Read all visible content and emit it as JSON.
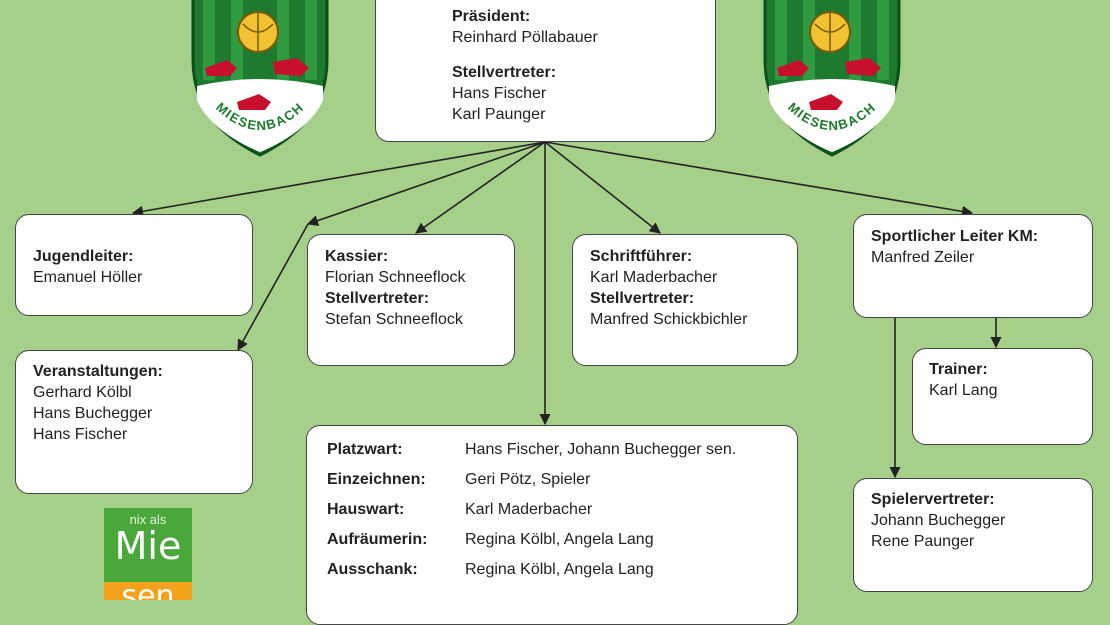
{
  "president_box": {
    "role_president": "Präsident:",
    "president": "Reinhard Pöllabauer",
    "role_deputy": "Stellvertreter:",
    "deputies": [
      "Hans Fischer",
      "Karl Paunger"
    ]
  },
  "crest": {
    "text": "MIESENBACH",
    "primary_color": "#1d7a2e",
    "accent_color": "#c8102e"
  },
  "youth_box": {
    "role": "Jugendleiter:",
    "name": "Emanuel Höller"
  },
  "events_box": {
    "role": "Veranstaltungen:",
    "names": [
      "Gerhard Kölbl",
      "Hans Buchegger",
      "Hans Fischer"
    ]
  },
  "treasurer_box": {
    "role": "Kassier:",
    "name": "Florian Schneeflock",
    "role_deputy": "Stellvertreter:",
    "deputy": "Stefan Schneeflock"
  },
  "secretary_box": {
    "role": "Schriftführer:",
    "name": "Karl Maderbacher",
    "role_deputy": "Stellvertreter:",
    "deputy": "Manfred Schickbichler"
  },
  "sports_box": {
    "role": "Sportlicher Leiter KM:",
    "name": "Manfred Zeiler"
  },
  "coach_box": {
    "role": "Trainer:",
    "name": "Karl Lang"
  },
  "player_rep_box": {
    "role": "Spielervertreter:",
    "names": [
      "Johann Buchegger",
      "Rene Paunger"
    ]
  },
  "duties": [
    {
      "role": "Platzwart:",
      "names": "Hans Fischer, Johann Buchegger sen."
    },
    {
      "role": "Einzeichnen:",
      "names": "Geri Pötz, Spieler"
    },
    {
      "role": "Hauswart:",
      "names": "Karl Maderbacher"
    },
    {
      "role": "Aufräumerin:",
      "names": "Regina Kölbl, Angela Lang"
    },
    {
      "role": "Ausschank:",
      "names": "Regina Kölbl, Angela Lang"
    }
  ],
  "logo": {
    "line1": "nix als",
    "line2": "Mie",
    "line3": "sen"
  },
  "colors": {
    "background": "#a6d08a",
    "box": "#ffffff",
    "logo_green": "#4aa83a",
    "logo_orange": "#f4a21a"
  }
}
